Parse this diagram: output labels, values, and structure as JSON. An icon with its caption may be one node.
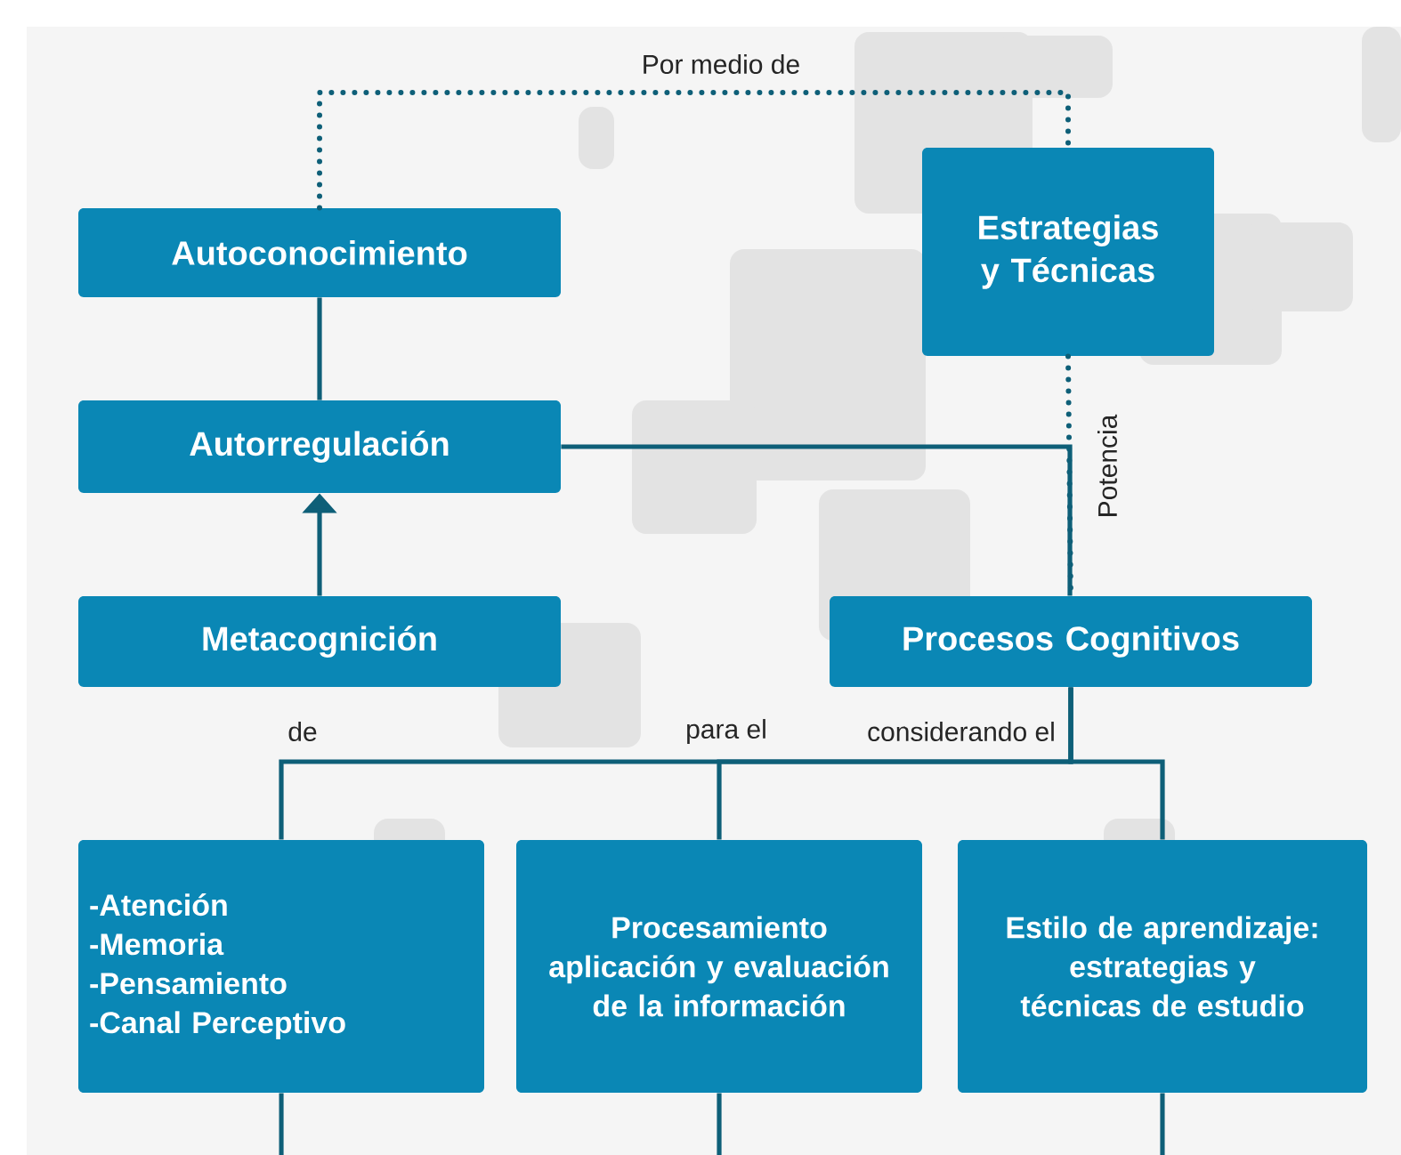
{
  "diagram": {
    "nodes": [
      {
        "text": [
          "Autoconocimiento"
        ]
      },
      {
        "text": [
          "Estrategias y Técnicas"
        ]
      },
      {
        "text": [
          "Autorregulación"
        ]
      },
      {
        "text": [
          "Metacognición"
        ]
      },
      {
        "text": [
          "Procesos Cognitivos"
        ]
      },
      {
        "text": [
          "-Atención",
          "-Memoria",
          "-Pensamiento",
          "-Canal Perceptivo"
        ]
      },
      {
        "text": [
          "Procesamiento aplicación y evaluación de la información"
        ]
      },
      {
        "text": [
          "Estilo de aprendizaje: estrategias y técnicas de estudio"
        ]
      }
    ],
    "edges": [
      {
        "from": 0,
        "to": 2,
        "arrow": "none"
      },
      {
        "from": 3,
        "to": 2,
        "arrow": "to"
      },
      {
        "from": 0,
        "to": 1,
        "arrow": "none",
        "style": "dashed",
        "label": "Por medio de"
      },
      {
        "from": 2,
        "to": 4,
        "arrow": "none"
      },
      {
        "from": 1,
        "to": 4,
        "arrow": "none",
        "style": "dashed",
        "label": "Potencia"
      },
      {
        "from": 4,
        "to": 5,
        "arrow": "none",
        "label": "de"
      },
      {
        "from": 4,
        "to": 6,
        "arrow": "none",
        "label": "para el"
      },
      {
        "from": 4,
        "to": 7,
        "arrow": "none",
        "label": "considerando el"
      },
      {
        "from": 5,
        "to": null,
        "arrow": "none"
      },
      {
        "from": 6,
        "to": null,
        "arrow": "none"
      },
      {
        "from": 7,
        "to": null,
        "arrow": "none"
      }
    ]
  }
}
